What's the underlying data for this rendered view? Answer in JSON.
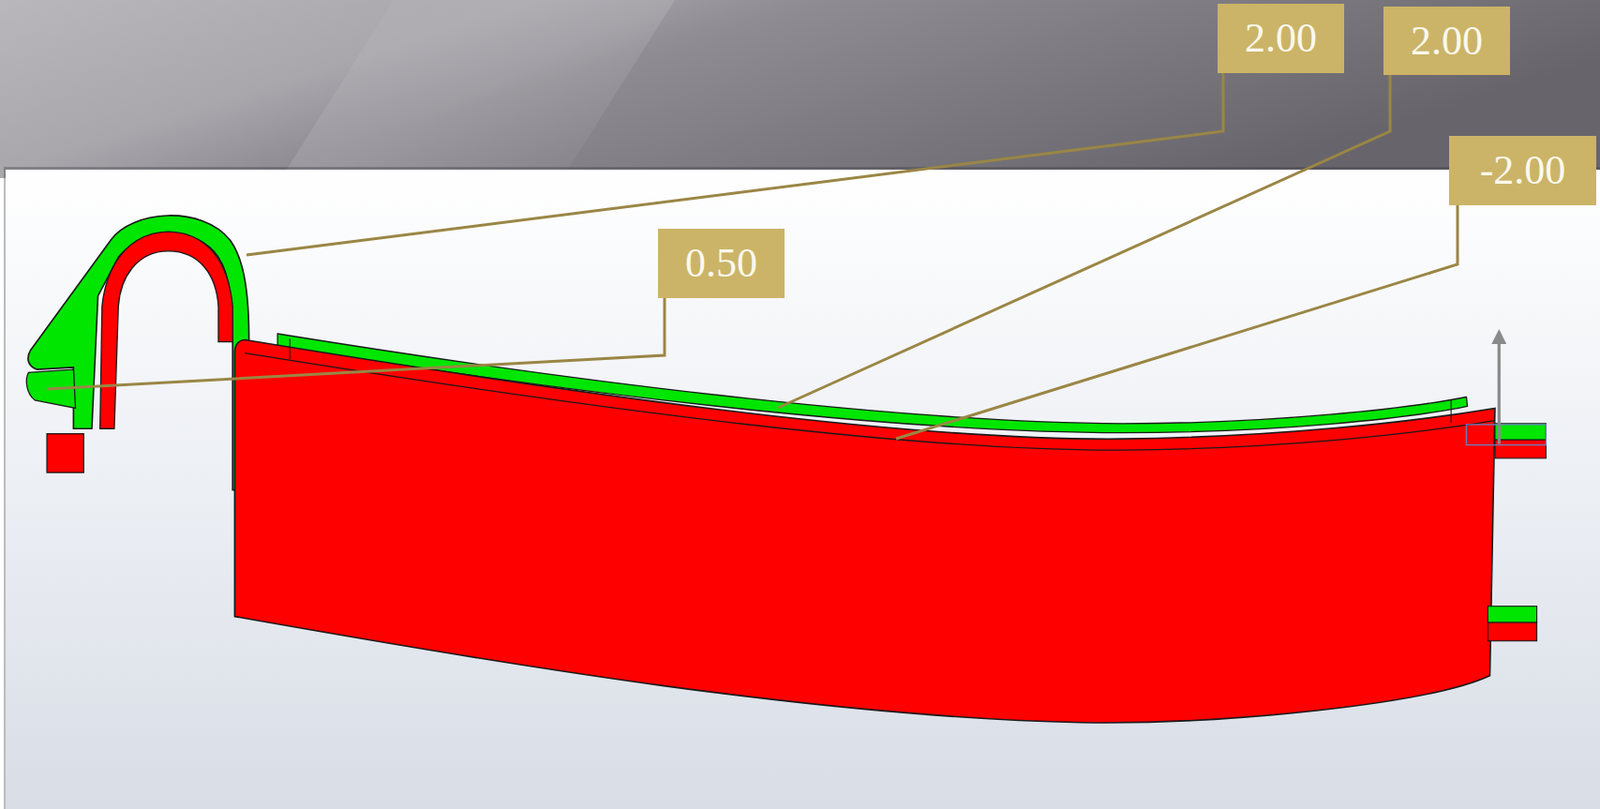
{
  "diagram": {
    "nodes": [
      {
        "text": [
          "2.00"
        ]
      },
      {
        "text": [
          "2.00"
        ]
      },
      {
        "text": [
          "-2.00"
        ]
      },
      {
        "text": [
          "0.50"
        ]
      }
    ]
  }
}
